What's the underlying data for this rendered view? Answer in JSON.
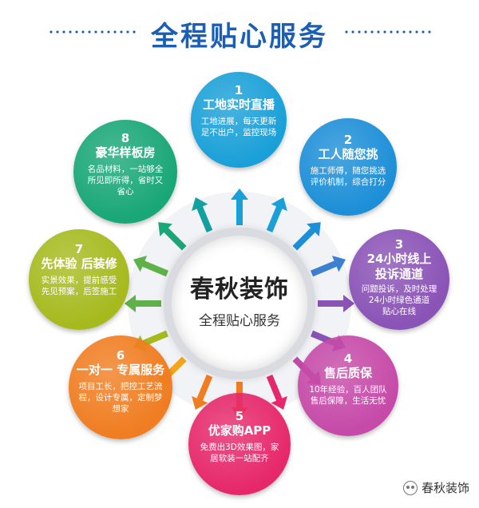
{
  "title": "全程贴心服务",
  "center": {
    "title": "春秋装饰",
    "subtitle": "全程贴心服务"
  },
  "nodes": [
    {
      "num": "1",
      "head": [
        "工地实时直播"
      ],
      "desc": [
        "工地进展，每天更新",
        "足不出户，监控现场"
      ],
      "color": "#1aa0d8"
    },
    {
      "num": "2",
      "head": [
        "工人随您挑"
      ],
      "desc": [
        "施工师傅，随您挑选",
        "评价机制，综合打分"
      ],
      "color": "#1d8fd7"
    },
    {
      "num": "3",
      "head": [
        "24小时线上",
        "投诉通道"
      ],
      "desc": [
        "问题投诉，及时处理",
        "24小时绿色通道",
        "贴心在线"
      ],
      "color": "#8a53b6"
    },
    {
      "num": "4",
      "head": [
        "售后质保"
      ],
      "desc": [
        "10年经验，百人团队",
        "售后保障，生活无忧"
      ],
      "color": "#c64aa8"
    },
    {
      "num": "5",
      "head": [
        "优家购APP"
      ],
      "desc": [
        "免费出3D效果图，家",
        "居软装一站配齐"
      ],
      "color": "#e6286a"
    },
    {
      "num": "6",
      "head": [
        "一对一 专属服务"
      ],
      "desc": [
        "项目工长，把控工艺流",
        "程，设计专属，定制梦",
        "想家"
      ],
      "color": "#f07d21"
    },
    {
      "num": "7",
      "head": [
        "先体验 后装修"
      ],
      "desc": [
        "实景效果，提前感受",
        "先见预案，后签施工"
      ],
      "color": "#a6ba1e"
    },
    {
      "num": "8",
      "head": [
        "豪华样板房"
      ],
      "desc": [
        "名品材料，一站够全",
        "所见即所得，省时又",
        "省心"
      ],
      "color": "#19a777"
    }
  ],
  "watermark": {
    "text": "春秋装饰",
    "icon": "wechat-icon"
  }
}
